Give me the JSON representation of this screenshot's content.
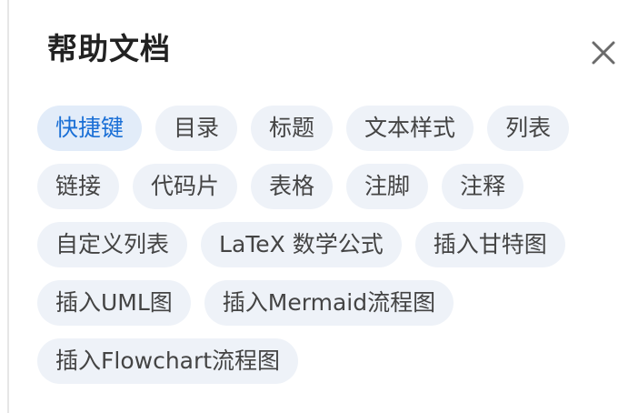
{
  "panel": {
    "title": "帮助文档",
    "close_label": "×"
  },
  "tags": {
    "rows": [
      [
        "快捷键",
        "目录",
        "标题",
        "文本样式",
        "列表"
      ],
      [
        "链接",
        "代码片",
        "表格",
        "注脚",
        "注释"
      ],
      [
        "自定义列表",
        "LaTeX 数学公式",
        "插入甘特图"
      ],
      [
        "插入UML图",
        "插入Mermaid流程图"
      ],
      [
        "插入Flowchart流程图"
      ]
    ],
    "active": "快捷键"
  },
  "colors": {
    "active_text": "#1a6fd6",
    "active_bg": "#e2ecf9",
    "tag_bg": "#eef2f8",
    "tag_text": "#444444",
    "title_text": "#222222"
  },
  "icons": {
    "close": "close-icon"
  }
}
